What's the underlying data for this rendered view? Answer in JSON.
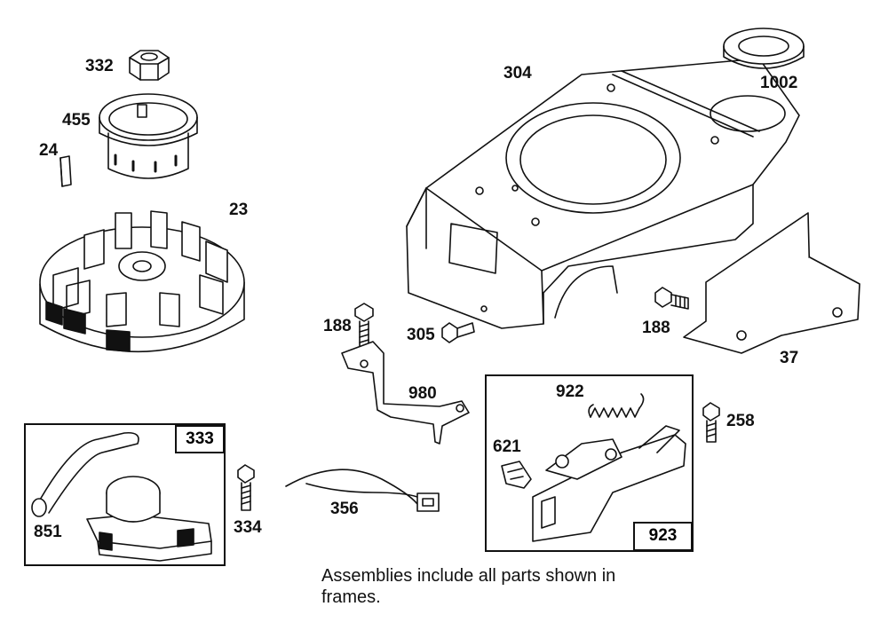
{
  "parts": {
    "p332": "332",
    "p455": "455",
    "p24": "24",
    "p23": "23",
    "p304": "304",
    "p1002": "1002",
    "p188a": "188",
    "p305": "305",
    "p188b": "188",
    "p37": "37",
    "p980": "980",
    "p922": "922",
    "p258": "258",
    "p621": "621",
    "p923": "923",
    "p333": "333",
    "p851": "851",
    "p334": "334",
    "p356": "356"
  },
  "note": "Assemblies include all parts shown in frames."
}
